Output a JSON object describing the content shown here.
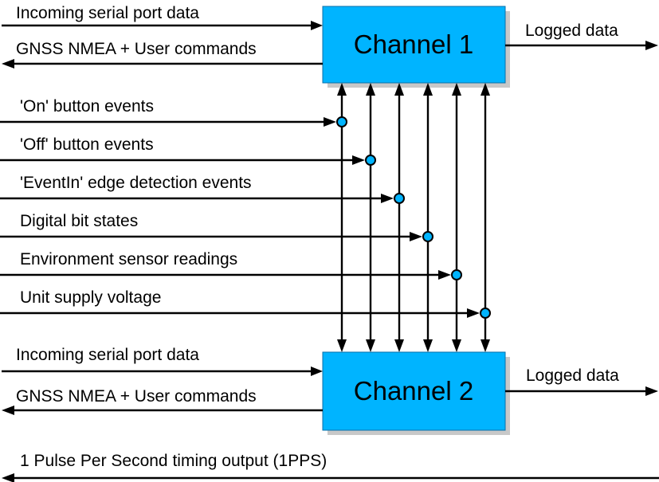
{
  "colors": {
    "box_fill": "#00b4ff",
    "box_border": "#0a6fa8",
    "shadow": "#c8c8c8",
    "line": "#000000",
    "junction_fill": "#00b4ff"
  },
  "channels": [
    {
      "label": "Channel 1",
      "incoming_label": "Incoming serial port data",
      "outgoing_label": "GNSS NMEA + User commands",
      "logged_label": "Logged data"
    },
    {
      "label": "Channel 2",
      "incoming_label": "Incoming serial port data",
      "outgoing_label": "GNSS NMEA + User commands",
      "logged_label": "Logged data"
    }
  ],
  "shared_inputs": [
    {
      "label": "'On' button events"
    },
    {
      "label": "'Off' button events"
    },
    {
      "label": "'EventIn' edge detection events"
    },
    {
      "label": "Digital bit states"
    },
    {
      "label": "Environment sensor readings"
    },
    {
      "label": "Unit supply voltage"
    }
  ],
  "timing_output": {
    "label": "1 Pulse Per Second timing output (1PPS)"
  }
}
